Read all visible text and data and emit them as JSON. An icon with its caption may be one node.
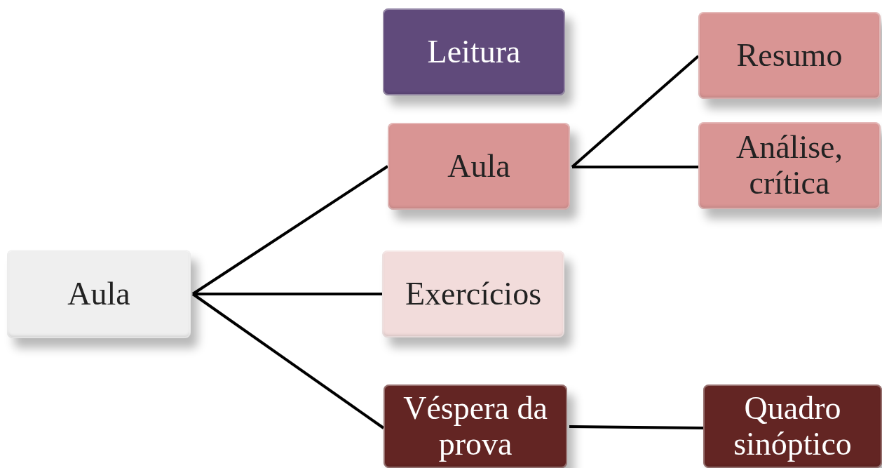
{
  "diagram": {
    "nodes": [
      {
        "text": [
          "Aula"
        ]
      },
      {
        "text": [
          "Leitura"
        ]
      },
      {
        "text": [
          "Aula"
        ]
      },
      {
        "text": [
          "Resumo"
        ]
      },
      {
        "text": [
          "Análise, crítica"
        ]
      },
      {
        "text": [
          "Exercícios"
        ]
      },
      {
        "text": [
          "Véspera da prova"
        ]
      },
      {
        "text": [
          "Quadro sinóptico"
        ]
      }
    ],
    "edges": [
      {
        "from": 0,
        "to": 2,
        "arrow": "none"
      },
      {
        "from": 0,
        "to": 5,
        "arrow": "none"
      },
      {
        "from": 0,
        "to": 6,
        "arrow": "none"
      },
      {
        "from": 2,
        "to": 3,
        "arrow": "none"
      },
      {
        "from": 2,
        "to": 4,
        "arrow": "none"
      },
      {
        "from": 6,
        "to": 7,
        "arrow": "none"
      }
    ]
  }
}
